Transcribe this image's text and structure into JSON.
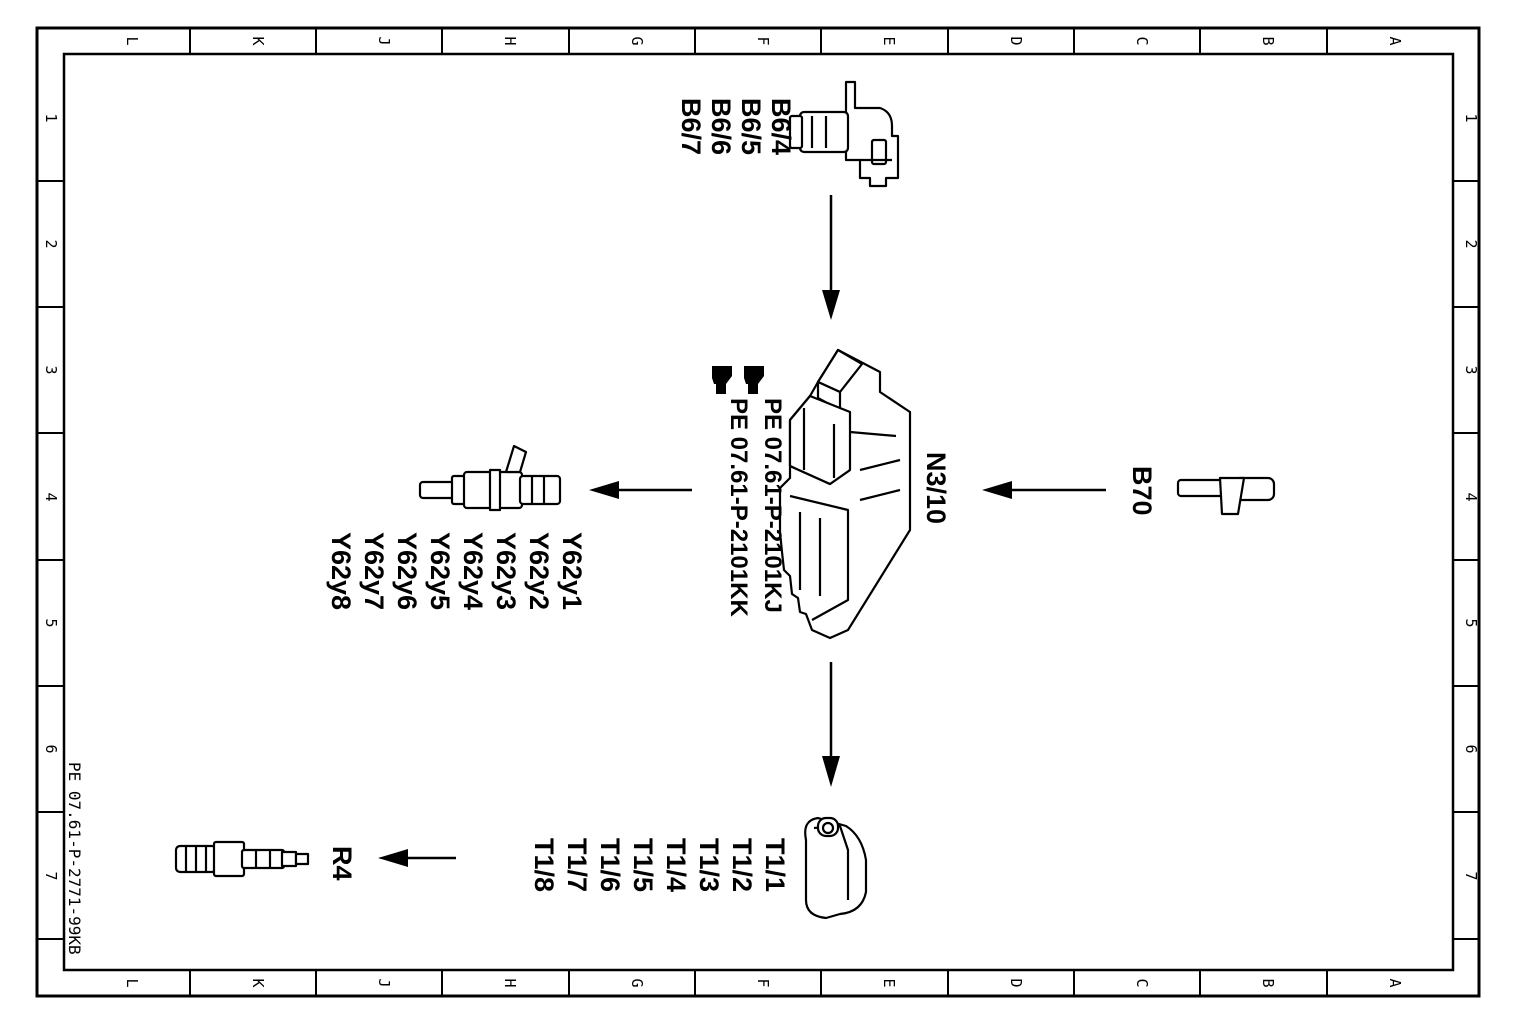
{
  "border": {
    "columns": [
      "L",
      "K",
      "J",
      "H",
      "G",
      "F",
      "E",
      "D",
      "C",
      "B",
      "A"
    ],
    "rows": [
      "1",
      "2",
      "3",
      "4",
      "5",
      "6",
      "7"
    ]
  },
  "components": {
    "sensor_top": {
      "labels": [
        "B6/4",
        "B6/5",
        "B6/6",
        "B6/7"
      ]
    },
    "control_unit": {
      "label": "N3/10",
      "refs": [
        "PE 07.61-P-2101KJ",
        "PE 07.61-P-2101KK"
      ]
    },
    "crank_sensor": {
      "label": "B70"
    },
    "injectors": {
      "labels": [
        "Y62y1",
        "Y62y2",
        "Y62y3",
        "Y62y4",
        "Y62y5",
        "Y62y6",
        "Y62y7",
        "Y62y8"
      ]
    },
    "ignition_coils": {
      "labels": [
        "T1/1",
        "T1/2",
        "T1/3",
        "T1/4",
        "T1/5",
        "T1/6",
        "T1/7",
        "T1/8"
      ]
    },
    "spark_plug": {
      "label": "R4"
    }
  },
  "footer_ref": "PE 07.61-P-2771-99KB",
  "colors": {
    "ink": "#000000",
    "paper": "#ffffff"
  },
  "icons": {
    "reference_marker": "pointing-hand-icon"
  }
}
